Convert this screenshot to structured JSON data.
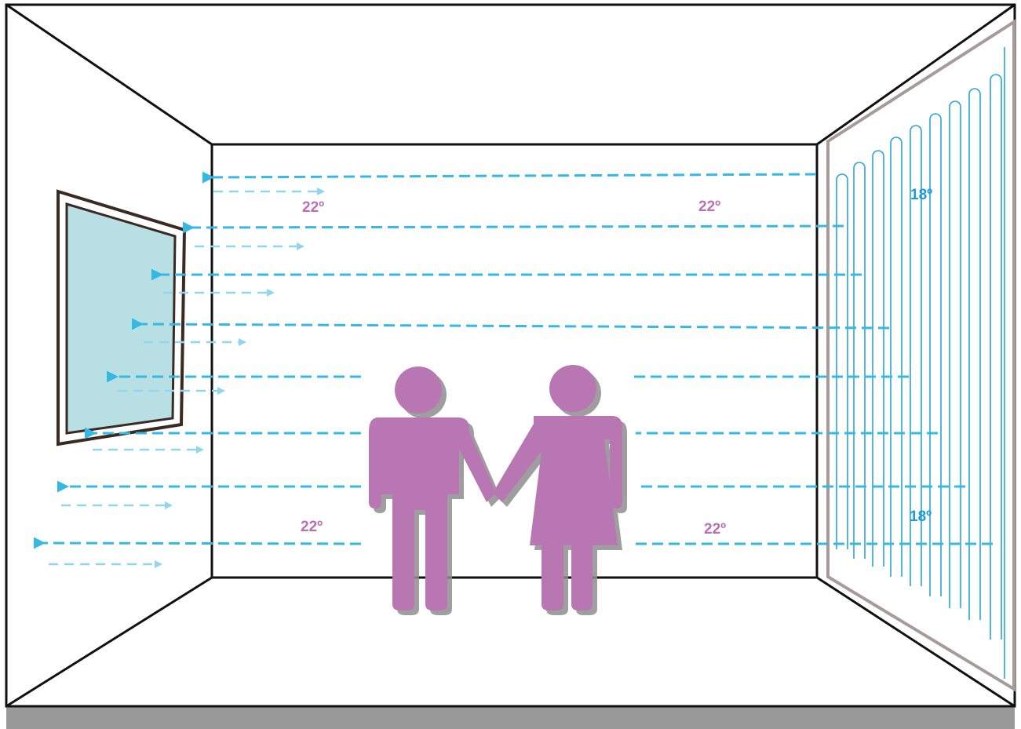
{
  "colors": {
    "figure": "#b877b3",
    "figure_shadow": "#8e8e8e",
    "flow": "#35b8e3",
    "flow_faint": "#8fd6ee",
    "window_glass": "#b8e0e4",
    "window_frame": "#3a2a22",
    "heating_pipe": "#2aa3d8",
    "heating_panel_edge": "#a79b99",
    "floor_band": "#999999",
    "room_temp_text": "#bb70b3",
    "wall_temp_text": "#1e9bd7"
  },
  "icons": {
    "person_male": "man-figure-icon",
    "person_female": "woman-figure-icon"
  },
  "labels": {
    "room_temp_top_left": "22º",
    "room_temp_top_right": "22º",
    "room_temp_bottom_left": "22º",
    "room_temp_bottom_right": "22º",
    "wall_temp_top": "18º",
    "wall_temp_bottom": "18º"
  }
}
